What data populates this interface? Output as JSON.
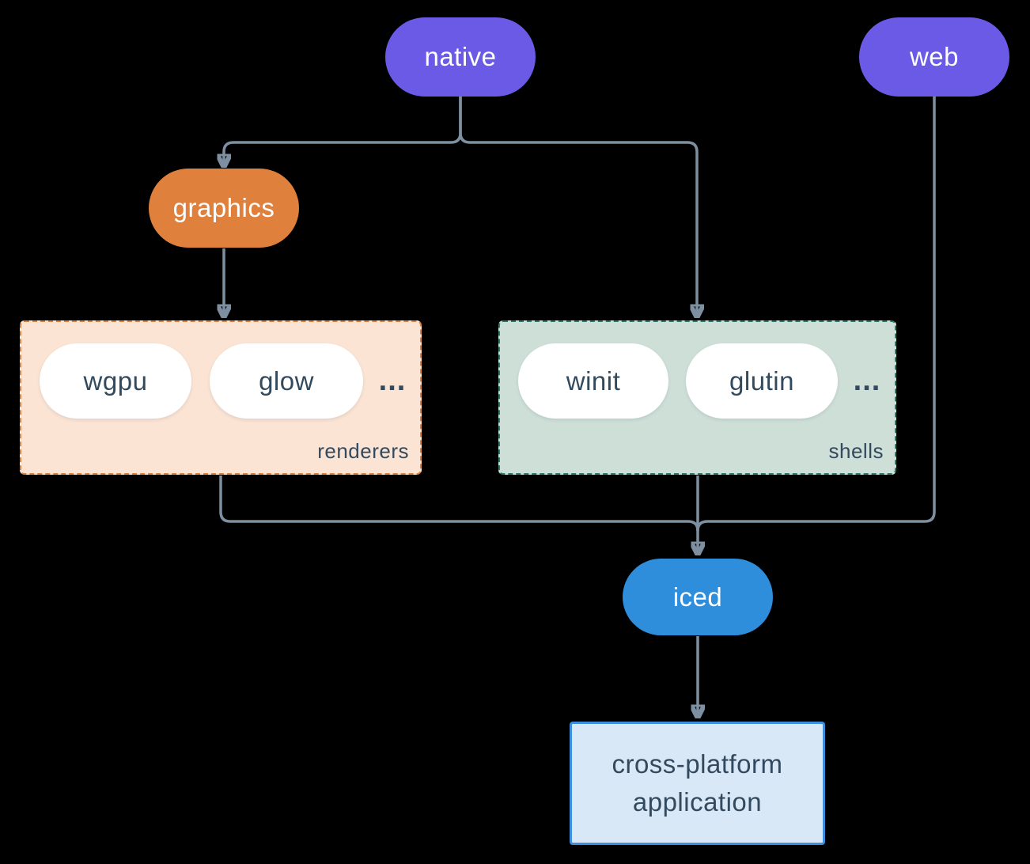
{
  "diagram": {
    "background": "#000000",
    "connector_color": "#7D8FA0",
    "nodes": {
      "native": {
        "label": "native",
        "fill": "#6A5AE6",
        "text_color": "#FFFFFF"
      },
      "web": {
        "label": "web",
        "fill": "#6A5AE6",
        "text_color": "#FFFFFF"
      },
      "graphics": {
        "label": "graphics",
        "fill": "#E0803D",
        "text_color": "#FFFFFF"
      },
      "iced": {
        "label": "iced",
        "fill": "#2E8EDC",
        "text_color": "#FFFFFF"
      },
      "application": {
        "label": "cross-platform application",
        "fill": "#D8E8F7",
        "border": "#3E8EDE",
        "text_color": "#334A5E"
      }
    },
    "groups": {
      "renderers": {
        "label": "renderers",
        "items": [
          "wgpu",
          "glow"
        ],
        "ellipsis": "...",
        "fill": "#FBE4D4",
        "border": "#E0803D"
      },
      "shells": {
        "label": "shells",
        "items": [
          "winit",
          "glutin"
        ],
        "ellipsis": "...",
        "fill": "#CEDFD8",
        "border": "#2C7A6B"
      }
    },
    "edges": [
      {
        "from": "native",
        "to": "graphics"
      },
      {
        "from": "native",
        "to": "shells"
      },
      {
        "from": "graphics",
        "to": "renderers"
      },
      {
        "from": "renderers",
        "to": "iced"
      },
      {
        "from": "shells",
        "to": "iced"
      },
      {
        "from": "web",
        "to": "iced"
      },
      {
        "from": "iced",
        "to": "application"
      }
    ]
  }
}
